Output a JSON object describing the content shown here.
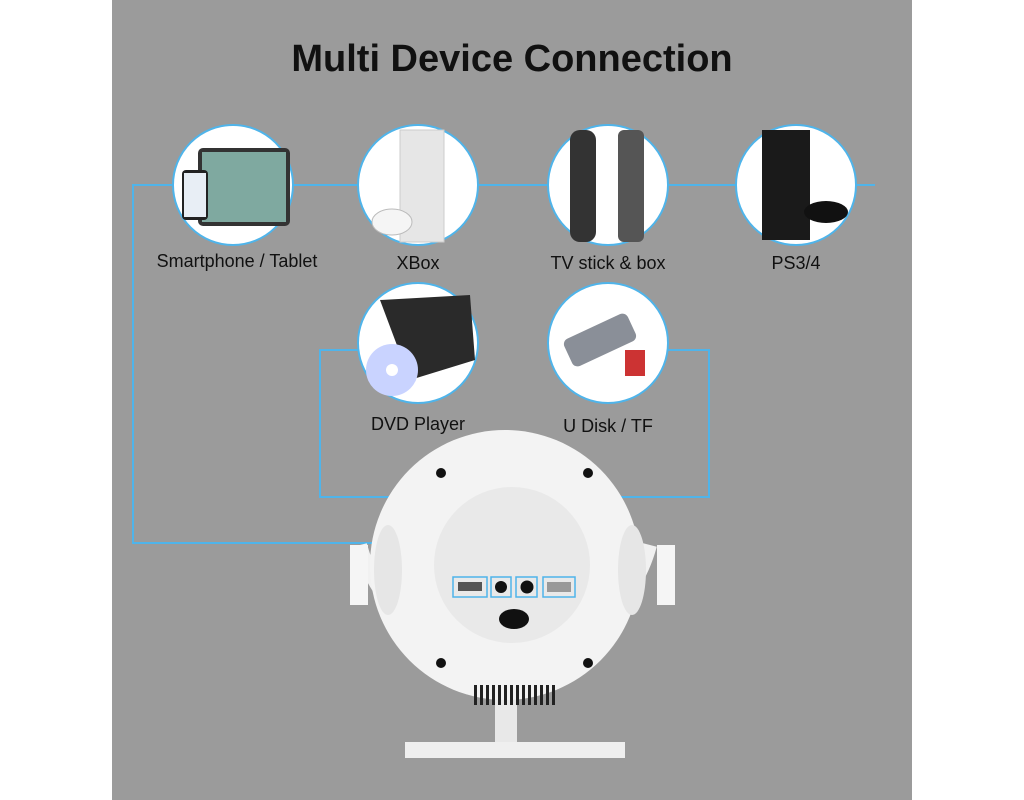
{
  "title": "Multi Device Connection",
  "devices": [
    {
      "label": "Smartphone / Tablet",
      "icon": "smartphone-tablet-icon"
    },
    {
      "label": "XBox",
      "icon": "xbox-icon"
    },
    {
      "label": "TV stick & box",
      "icon": "tv-stick-icon"
    },
    {
      "label": "PS3/4",
      "icon": "ps4-icon"
    },
    {
      "label": "DVD Player",
      "icon": "dvd-player-icon"
    },
    {
      "label": "U Disk / TF",
      "icon": "card-reader-icon"
    }
  ],
  "colors": {
    "background": "#9b9b9b",
    "line": "#4fb4ea",
    "device": "#f2f2f2"
  }
}
